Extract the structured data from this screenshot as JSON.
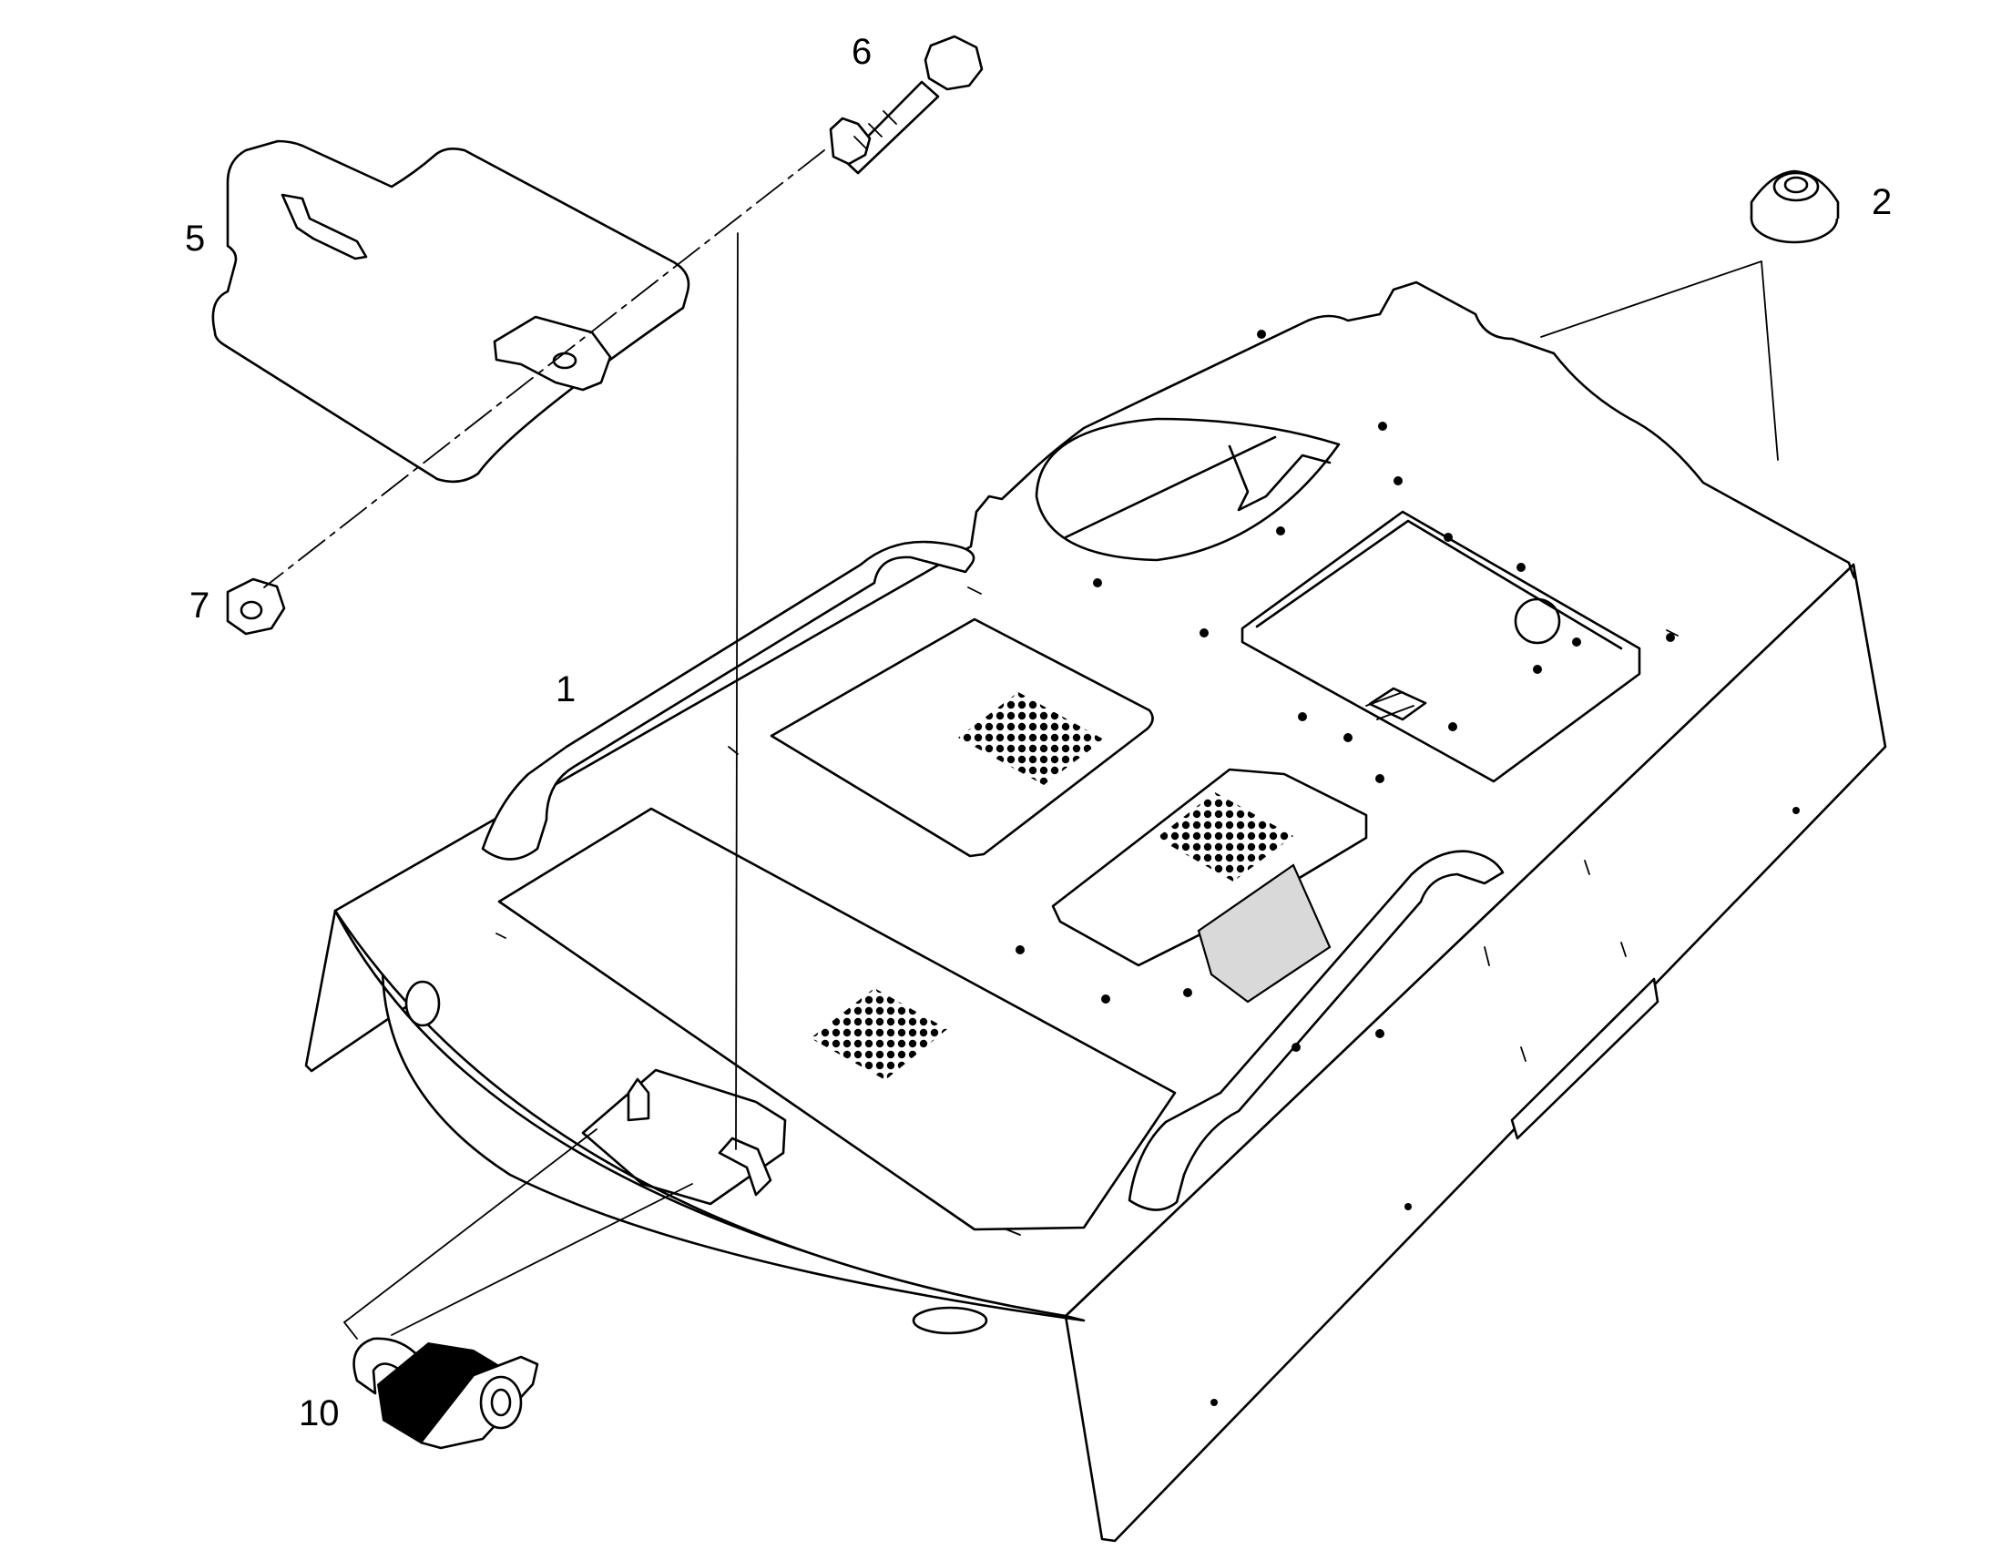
{
  "callouts": [
    {
      "id": "1",
      "label": "1"
    },
    {
      "id": "2",
      "label": "2"
    },
    {
      "id": "5",
      "label": "5"
    },
    {
      "id": "6",
      "label": "6"
    },
    {
      "id": "7",
      "label": "7"
    },
    {
      "id": "10",
      "label": "10"
    }
  ],
  "parts": [
    {
      "callout": "1",
      "part": "footplate-deck-panel"
    },
    {
      "callout": "2",
      "part": "rubber-grommet"
    },
    {
      "callout": "5",
      "part": "hinged-cover-plate"
    },
    {
      "callout": "6",
      "part": "hex-bolt"
    },
    {
      "callout": "7",
      "part": "hex-nut"
    },
    {
      "callout": "10",
      "part": "padlock"
    }
  ],
  "colors": {
    "line": "#000000",
    "background": "#ffffff",
    "shade": "#d9d9d9"
  }
}
